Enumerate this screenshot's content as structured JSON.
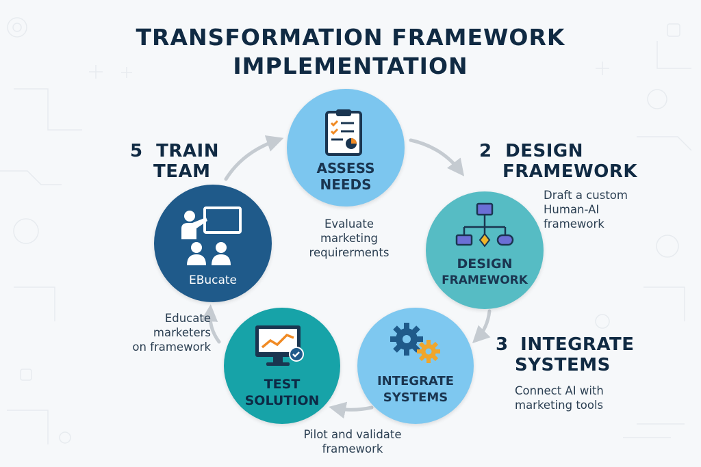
{
  "title": {
    "line1": "TRANSFORMATION FRAMEWORK",
    "line2": "IMPLEMENTATION"
  },
  "steps": [
    {
      "circle_label_1": "ASSESS",
      "circle_label_2": "NEEDS",
      "description": [
        "Evaluate",
        "marketing",
        "requirerments"
      ],
      "color": "#7cc6ef",
      "icon": "clipboard-checklist-icon"
    },
    {
      "number": "2",
      "heading_1": "DESIGN",
      "heading_2": "FRAMEWORK",
      "circle_label_1": "DESIGN",
      "circle_label_2": "FRAMEWORK",
      "description": [
        "Draft a custom",
        "Human-AI",
        "framework"
      ],
      "color": "#56bcc4",
      "icon": "flowchart-icon"
    },
    {
      "number": "3",
      "heading_1": "INTEGRATE",
      "heading_2": "SYSTEMS",
      "circle_label_1": "INTEGRATE",
      "circle_label_2": "SYSTEMS",
      "description": [
        "Connect AI with",
        "marketing tools"
      ],
      "color": "#7ec8f0",
      "icon": "gears-icon"
    },
    {
      "circle_label_1": "TEST",
      "circle_label_2": "SOLUTION",
      "description": [
        "Pilot and validate",
        "framework"
      ],
      "color": "#17a3a8",
      "icon": "monitor-chart-icon"
    },
    {
      "number": "5",
      "heading_1": "TRAIN",
      "heading_2": "TEAM",
      "circle_label_1": "EBucate",
      "description": [
        "Educate",
        "marketers",
        "on framework"
      ],
      "color": "#1f5a8a",
      "icon": "teacher-board-icon"
    }
  ],
  "colors": {
    "title": "#102a43",
    "arrow": "#c5cbd1",
    "text": "#2b3f52"
  }
}
